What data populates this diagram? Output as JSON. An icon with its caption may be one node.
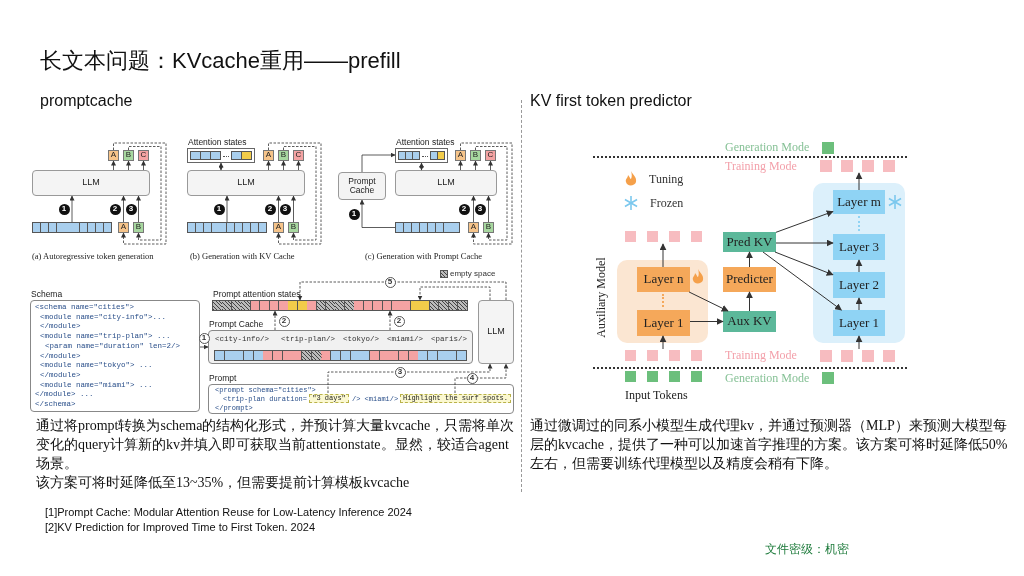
{
  "diagram": {
    "title": "长文本问题：KVcache重用——prefill",
    "nodes": [
      {
        "text": [],
        "shape": "bar"
      },
      {
        "text": [
          "LLM"
        ]
      },
      {
        "text": [
          "A"
        ]
      },
      {
        "text": [
          "B"
        ]
      },
      {
        "text": [
          "C"
        ]
      },
      {
        "text": [
          "A"
        ]
      },
      {
        "text": [
          "B"
        ]
      },
      {
        "text": [
          "Attention states"
        ]
      },
      {
        "text": [
          "LLM"
        ]
      },
      {
        "text": [],
        "shape": "bar"
      },
      {
        "text": [
          "A"
        ]
      },
      {
        "text": [
          "B"
        ]
      },
      {
        "text": [
          "C"
        ]
      },
      {
        "text": [
          "A"
        ]
      },
      {
        "text": [
          "B"
        ]
      },
      {
        "text": [
          "Prompt Cache"
        ]
      },
      {
        "text": [
          "Attention states"
        ]
      },
      {
        "text": [
          "LLM"
        ]
      },
      {
        "text": [],
        "shape": "bar"
      },
      {
        "text": [
          "A"
        ]
      },
      {
        "text": [
          "B"
        ]
      },
      {
        "text": [
          "C"
        ]
      },
      {
        "text": [
          "A"
        ]
      },
      {
        "text": [
          "B"
        ]
      },
      {
        "text": [
          "Schema",
          "<schema name=\"cities\">",
          "<module name=\"city-info\">...",
          "</module>",
          "<module name=\"trip-plan\"> ...",
          "<param name=\"duration\" len=2/>",
          "</module>",
          "<module name=\"tokyo\"> ...",
          "</module>",
          "<module name=\"miami\"> ...",
          "</module> ...",
          "</schema>"
        ]
      },
      {
        "text": [
          "Prompt attention states"
        ]
      },
      {
        "text": [
          "Prompt Cache",
          "<city-info/>",
          "<trip-plan/>",
          "<tokyo/>",
          "<miami/>",
          "<paris/>"
        ]
      },
      {
        "text": [
          "LLM"
        ]
      },
      {
        "text": [
          "Prompt",
          "<prompt schema=\"cities\">",
          "<trip-plan duration=",
          "/> <miami/>",
          "</prompt>"
        ]
      },
      {
        "text": [
          "\"3 days\""
        ],
        "in": 28
      },
      {
        "text": [
          "Highlight the surf spots."
        ],
        "in": 28
      },
      {
        "text": [
          "Auxiliary Model"
        ]
      },
      {
        "text": [
          "Layer n"
        ],
        "in": 31
      },
      {
        "text": [
          "Layer 1"
        ],
        "in": 31
      },
      {
        "text": [
          "Pred KV"
        ]
      },
      {
        "text": [
          "Predicter"
        ]
      },
      {
        "text": [
          "Aux KV"
        ]
      },
      {
        "text": [],
        "shape": "box"
      },
      {
        "text": [
          "Layer m"
        ],
        "in": 37
      },
      {
        "text": [
          "Layer 3"
        ],
        "in": 37
      },
      {
        "text": [
          "Layer 2"
        ],
        "in": 37
      },
      {
        "text": [
          "Layer 1"
        ],
        "in": 37
      }
    ],
    "edges": [
      {
        "from": 0,
        "to": 1,
        "arrow": "to",
        "label": "1"
      },
      {
        "from": 5,
        "to": 1,
        "arrow": "to",
        "label": "2"
      },
      {
        "from": 6,
        "to": 1,
        "arrow": "to",
        "label": "3"
      },
      {
        "from": 1,
        "to": 2,
        "arrow": "to"
      },
      {
        "from": 1,
        "to": 3,
        "arrow": "to"
      },
      {
        "from": 1,
        "to": 4,
        "arrow": "to"
      },
      {
        "from": 2,
        "to": 5,
        "arrow": "to",
        "style": "dashed"
      },
      {
        "from": 3,
        "to": 6,
        "arrow": "to",
        "style": "dashed"
      },
      {
        "from": 9,
        "to": 8,
        "arrow": "to",
        "label": "1"
      },
      {
        "from": 13,
        "to": 8,
        "arrow": "to",
        "label": "2"
      },
      {
        "from": 14,
        "to": 8,
        "arrow": "to",
        "label": "3"
      },
      {
        "from": 8,
        "to": 10,
        "arrow": "to"
      },
      {
        "from": 8,
        "to": 11,
        "arrow": "to"
      },
      {
        "from": 8,
        "to": 12,
        "arrow": "to"
      },
      {
        "from": 8,
        "to": 7,
        "arrow": "both"
      },
      {
        "from": 10,
        "to": 13,
        "arrow": "to",
        "style": "dashed"
      },
      {
        "from": 11,
        "to": 14,
        "arrow": "to",
        "style": "dashed"
      },
      {
        "from": 18,
        "to": 15,
        "arrow": "to",
        "label": "1"
      },
      {
        "from": 15,
        "to": 16,
        "arrow": "to"
      },
      {
        "from": 17,
        "to": 16,
        "arrow": "both"
      },
      {
        "from": 22,
        "to": 17,
        "arrow": "to",
        "label": "2"
      },
      {
        "from": 23,
        "to": 17,
        "arrow": "to",
        "label": "3"
      },
      {
        "from": 17,
        "to": 19,
        "arrow": "to"
      },
      {
        "from": 17,
        "to": 20,
        "arrow": "to"
      },
      {
        "from": 17,
        "to": 21,
        "arrow": "to"
      },
      {
        "from": 19,
        "to": 22,
        "arrow": "to",
        "style": "dashed"
      },
      {
        "from": 20,
        "to": 23,
        "arrow": "to",
        "style": "dashed"
      },
      {
        "from": 24,
        "to": 26,
        "arrow": "to",
        "label": "1"
      },
      {
        "from": 26,
        "to": 25,
        "arrow": "to",
        "style": "dashed",
        "label": "2"
      },
      {
        "from": 26,
        "to": 25,
        "arrow": "to",
        "style": "dashed",
        "label": "2"
      },
      {
        "from": 29,
        "to": 27,
        "arrow": "to",
        "style": "dashed",
        "label": "3"
      },
      {
        "from": 30,
        "to": 27,
        "arrow": "to",
        "style": "dashed",
        "label": "4"
      },
      {
        "from": 27,
        "to": 25,
        "arrow": "to",
        "style": "dashed",
        "label": "5"
      },
      {
        "from": 27,
        "to": 25,
        "arrow": "to",
        "style": "dashed"
      },
      {
        "from": 33,
        "to": 36,
        "arrow": "to"
      },
      {
        "from": 32,
        "to": 36,
        "arrow": "to"
      },
      {
        "from": 36,
        "to": 35,
        "arrow": "to"
      },
      {
        "from": 35,
        "to": 34,
        "arrow": "to"
      },
      {
        "from": 34,
        "to": 38,
        "arrow": "to"
      },
      {
        "from": 34,
        "to": 39,
        "arrow": "to"
      },
      {
        "from": 34,
        "to": 40,
        "arrow": "to"
      },
      {
        "from": 34,
        "to": 41,
        "arrow": "to"
      },
      {
        "from": 41,
        "to": 40,
        "arrow": "to"
      },
      {
        "from": 40,
        "to": 39,
        "arrow": "to"
      },
      {
        "from": null,
        "to": 33,
        "arrow": "to"
      },
      {
        "from": 32,
        "to": null,
        "arrow": "to"
      },
      {
        "from": null,
        "to": 41,
        "arrow": "to"
      },
      {
        "from": 38,
        "to": null,
        "arrow": "to"
      }
    ],
    "labels": [
      "promptcache",
      "KV first token predictor",
      "(a) Autoregressive token generation",
      "(b) Generation with KV Cache",
      "(c) Generation with Prompt Cache",
      "Generation Mode",
      "Training Mode",
      "Training Mode",
      "Generation Mode",
      "Input Tokens",
      "通过将prompt转换为schema的结构化形式，并预计算大量kvcache，只需将单次变化的query计算新的kv并填入即可获取当前attentionstate。显然，较适合agent场景。",
      "该方案可将时延降低至13~35%，但需要提前计算模板kvcache",
      "通过微调过的同系小模型生成代理kv，并通过预测器（MLP）来预测大模型每层的kvcache，提供了一种可以加速首字推理的方案。该方案可将时延降低50%左右，但需要训练代理模型以及精度会稍有下降。",
      "[1]Prompt Cache: Modular Attention Reuse for Low-Latency Inference 2024",
      "[2]KV Prediction for Improved Time to First Token. 2024",
      "文件密级：机密"
    ],
    "legend": [
      {
        "text": "Tuning"
      },
      {
        "text": "Frozen"
      },
      {
        "text": "empty space"
      }
    ]
  }
}
